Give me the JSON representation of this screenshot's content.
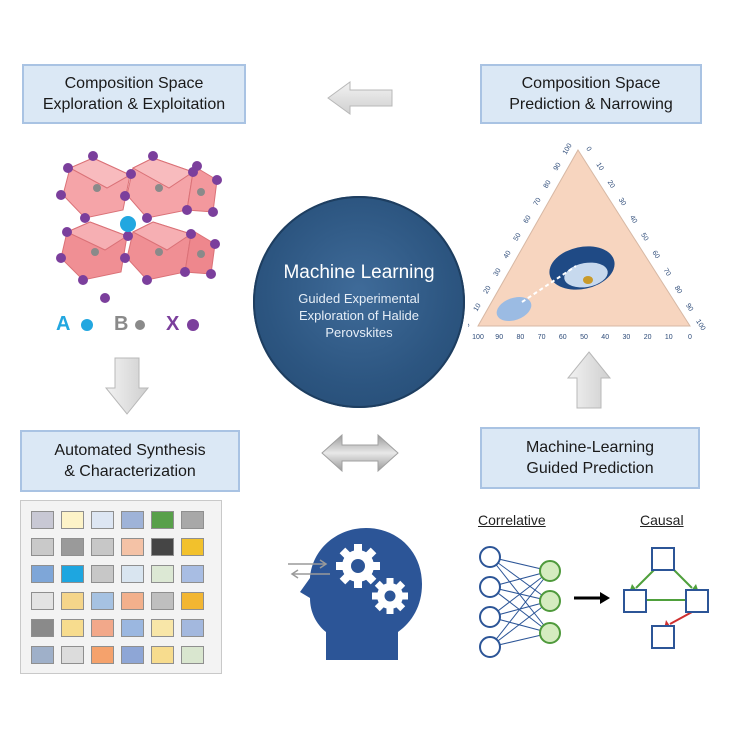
{
  "boxes": {
    "top_left": {
      "line1": "Composition Space",
      "line2": "Exploration & Exploitation"
    },
    "top_right": {
      "line1": "Composition Space",
      "line2": "Prediction & Narrowing"
    },
    "bottom_left": {
      "line1": "Automated Synthesis",
      "line2": "& Characterization"
    },
    "bottom_right": {
      "line1": "Machine-Learning",
      "line2": "Guided Prediction"
    }
  },
  "center": {
    "title": "Machine Learning",
    "line1": "Guided Experimental",
    "line2": "Exploration of Halide",
    "line3": "Perovskites"
  },
  "legend": {
    "a": "A",
    "b": "B",
    "x": "X"
  },
  "network": {
    "correlative": "Correlative",
    "causal": "Causal"
  },
  "ternary": {
    "ticks": [
      "100",
      "90",
      "80",
      "70",
      "60",
      "50",
      "40",
      "30",
      "20",
      "10",
      "0"
    ]
  },
  "colors": {
    "box_fill": "#dbe8f5",
    "circle": "#2c5580",
    "octahedron": "#f08a8f",
    "atom_a": "#22a7e0",
    "atom_x": "#7b3f9c",
    "ternary_fill": "#f7d5bf"
  },
  "grid_colors": [
    [
      "#c8c8d4",
      "#fdf3c8",
      "#dde6f3",
      "#9fb3d8",
      "#58a04a",
      "#a8a8a8"
    ],
    [
      "#c9c9c9",
      "#9a9a9a",
      "#c7c7c7",
      "#f4c2a6",
      "#454545",
      "#f2c12c"
    ],
    [
      "#7ea6d8",
      "#1ea6e0",
      "#c7c7c7",
      "#d9e5f0",
      "#dce8d4",
      "#a8bde3"
    ],
    [
      "#e3e3e3",
      "#f5d58a",
      "#a6c2e2",
      "#f2b08c",
      "#bfbfbf",
      "#f2b632"
    ],
    [
      "#8a8a8a",
      "#f7dc8e",
      "#f2a88a",
      "#9bb7e0",
      "#f8e6a8",
      "#a3b8de"
    ],
    [
      "#9fb0c9",
      "#dcdcdc",
      "#f5a26c",
      "#8ea6d6",
      "#f7dc8e",
      "#d9e6cf"
    ]
  ]
}
